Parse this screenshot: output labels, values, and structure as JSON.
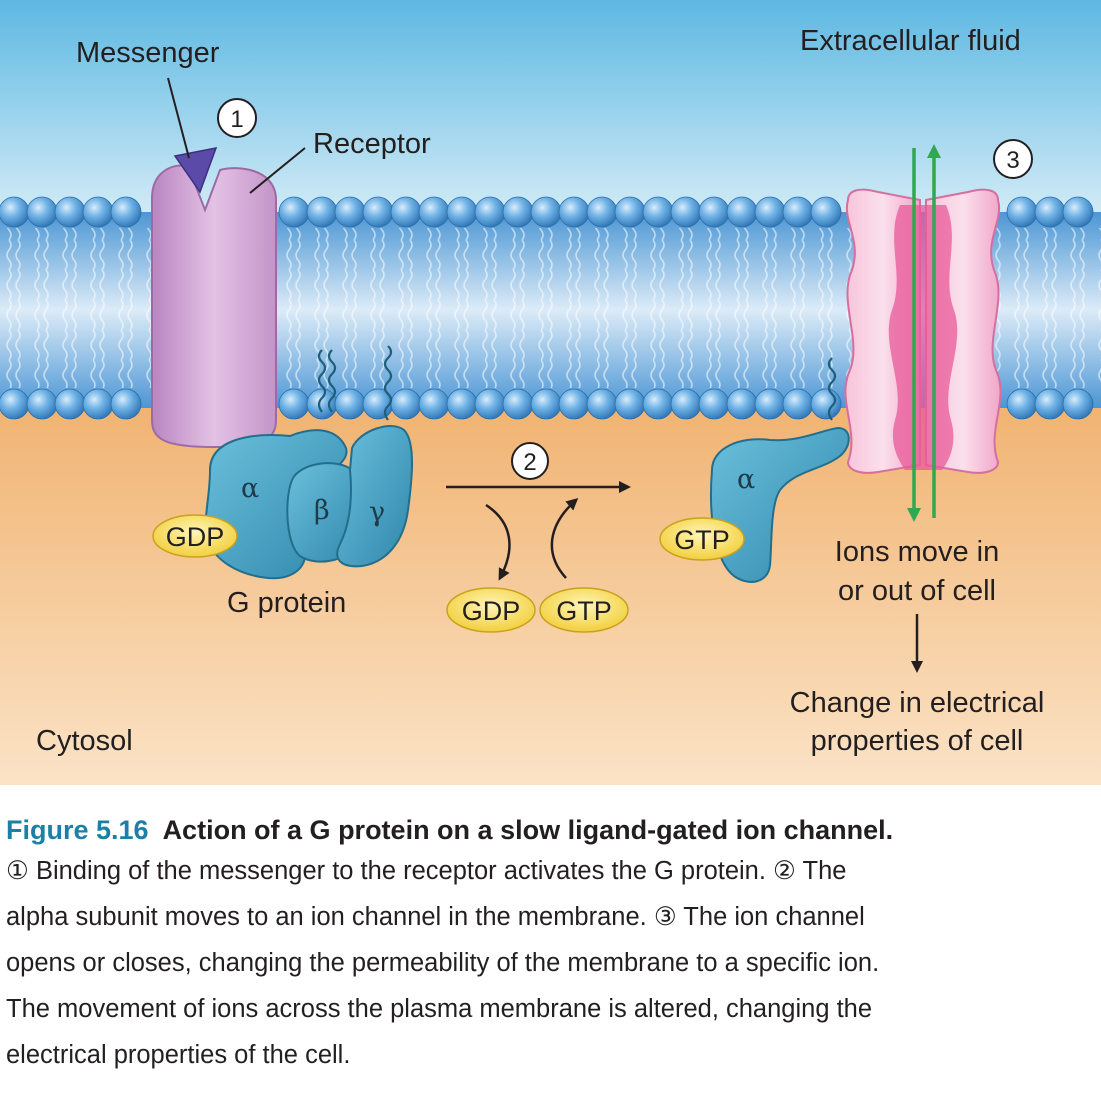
{
  "diagram": {
    "labels": {
      "messenger": "Messenger",
      "extracellular": "Extracellular fluid",
      "receptor": "Receptor",
      "g_protein": "G protein",
      "cytosol": "Cytosol",
      "ions_line1": "Ions move in",
      "ions_line2": "or out of cell",
      "change_line1": "Change in electrical",
      "change_line2": "properties of cell"
    },
    "steps": [
      "1",
      "2",
      "3"
    ],
    "subunits": {
      "alpha": "α",
      "beta": "β",
      "gamma": "γ"
    },
    "nucleotides": {
      "gdp_bound": "GDP",
      "gdp_released": "GDP",
      "gtp_bound_source": "GTP",
      "gtp_on_alpha": "GTP"
    },
    "colors": {
      "extracellular_top": "#5db8e2",
      "extracellular_bottom": "#dff1f9",
      "cytosol": "#f3ba7a",
      "phospholipid_head": "#58a3dc",
      "receptor": "#d6a9d8",
      "messenger": "#5b4aa8",
      "g_protein": "#4a9fc0",
      "nucleotide": "#f7e06a",
      "ion_channel": "#f5a8c8",
      "ion_channel_pore": "#e85a9a",
      "ion_arrow": "#2fa84f",
      "caption_figure_number": "#1b7fa6"
    }
  },
  "caption": {
    "figure_number": "Figure 5.16",
    "title": "Action of a G protein on a slow ligand-gated ion channel.",
    "lines": [
      "① Binding of the messenger to the receptor activates the G protein. ② The",
      "alpha subunit moves to an ion channel in the membrane. ③ The ion channel",
      "opens or closes, changing the permeability of the membrane to a specific ion.",
      "The movement of ions across the plasma membrane is altered, changing the",
      "electrical properties of the cell."
    ]
  }
}
